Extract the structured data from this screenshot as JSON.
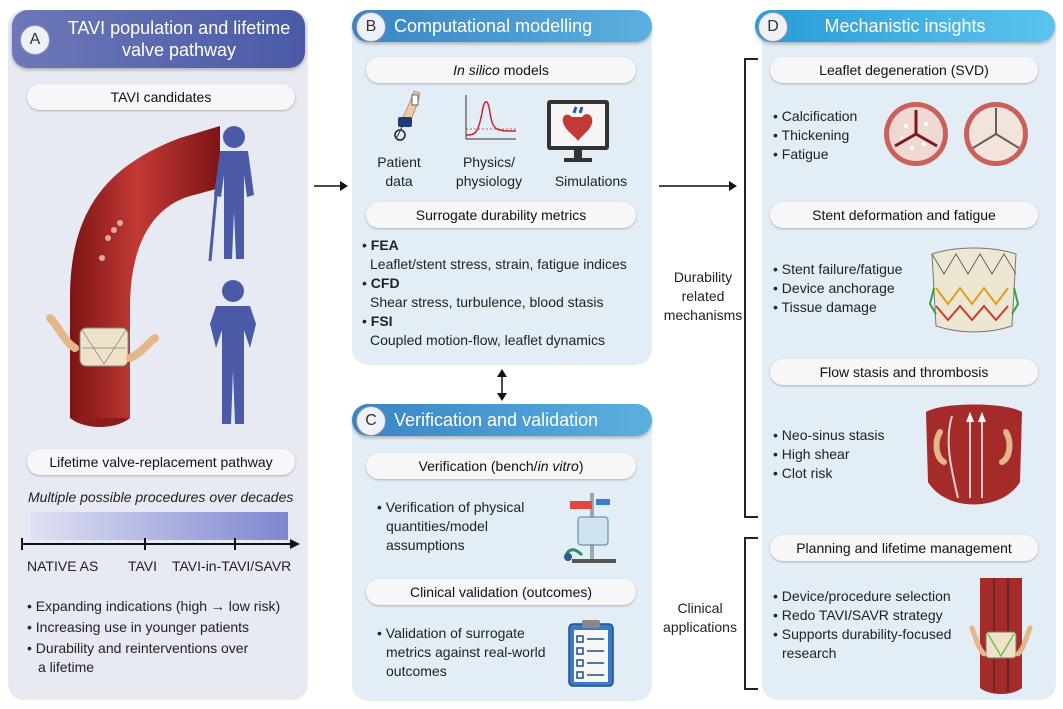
{
  "panel_a": {
    "badge": "A",
    "title": "TAVI population and lifetime valve pathway",
    "candidates_label": "TAVI candidates",
    "pathway_label": "Lifetime valve-replacement pathway",
    "pathway_subtitle": "Multiple possible procedures over decades",
    "timeline": [
      "NATIVE AS",
      "TAVI",
      "TAVI-in-TAVI/SAVR"
    ],
    "bullets": [
      "Expanding indications (high → low risk)",
      "Increasing use in younger patients",
      "Durability and reinterventions over",
      "a lifetime"
    ]
  },
  "panel_b": {
    "badge": "B",
    "title": "Computational modelling",
    "in_silico_italic": "In silico",
    "in_silico_rest": " models",
    "icons": [
      {
        "label_1": "Patient",
        "label_2": "data",
        "icon": "arm-sensor-icon"
      },
      {
        "label_1": "Physics/",
        "label_2": "physiology",
        "icon": "waveform-plot-icon"
      },
      {
        "label_1": "Simulations",
        "label_2": "",
        "icon": "monitor-heart-icon"
      }
    ],
    "surrogate_label": "Surrogate durability metrics",
    "metrics": [
      {
        "name": "FEA",
        "desc": "Leaflet/stent stress, strain, fatigue indices"
      },
      {
        "name": "CFD",
        "desc": "Shear stress, turbulence, blood stasis"
      },
      {
        "name": "FSI",
        "desc": "Coupled motion-flow, leaflet dynamics"
      }
    ]
  },
  "panel_c": {
    "badge": "C",
    "title": "Verification and validation",
    "verification_label_plain": "Verification (bench/",
    "verification_label_italic": "in vitro",
    "verification_label_end": ")",
    "verification_bullet": [
      "Verification of physical",
      "quantities/model",
      "assumptions"
    ],
    "clinical_label": "Clinical validation (outcomes)",
    "clinical_bullet": [
      "Validation of surrogate",
      "metrics against real-world",
      "outcomes"
    ]
  },
  "middle": {
    "durability": [
      "Durability",
      "related",
      "mechanisms"
    ],
    "clinical": [
      "Clinical",
      "applications"
    ]
  },
  "panel_d": {
    "badge": "D",
    "title": "Mechanistic insights",
    "sections": [
      {
        "title": "Leaflet degeneration (SVD)",
        "bullets": [
          "Calcification",
          "Thickening",
          "Fatigue"
        ]
      },
      {
        "title": "Stent deformation and fatigue",
        "bullets": [
          "Stent failure/fatigue",
          "Device anchorage",
          "Tissue damage"
        ]
      },
      {
        "title": "Flow stasis and thrombosis",
        "bullets": [
          "Neo-sinus stasis",
          "High shear",
          "Clot risk"
        ]
      },
      {
        "title": "Planning and lifetime management",
        "bullets": [
          "Device/procedure selection",
          "Redo TAVI/SAVR strategy",
          "Supports durability-focused",
          "research"
        ]
      }
    ]
  },
  "colors": {
    "panel_a_bg": "#e7e9f3",
    "panel_bcd_bg": "#e3edf6",
    "header_a": "#5562ad",
    "header_bc": "#3f8fcf",
    "header_d": "#3aaee4",
    "silhouette": "#4a5aa6",
    "aorta": "#a52a2a"
  }
}
